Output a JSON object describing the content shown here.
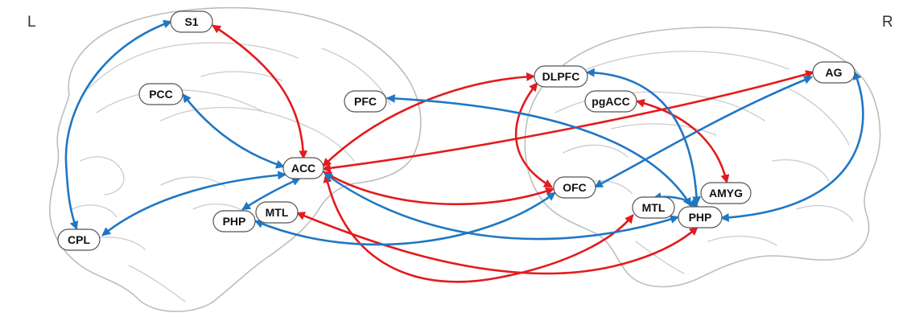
{
  "side_labels": {
    "left": "L",
    "right": "R"
  },
  "colors": {
    "red": "#e41a1c",
    "blue": "#1f77c4",
    "outline": "#bdbdbd",
    "node_border": "#555555"
  },
  "nodes": {
    "left": {
      "s1": "S1",
      "pcc": "PCC",
      "pfc": "PFC",
      "acc": "ACC",
      "mtl": "MTL",
      "php": "PHP",
      "cpl": "CPL"
    },
    "right": {
      "dlpfc": "DLPFC",
      "ag": "AG",
      "pgacc": "pgACC",
      "ofc": "OFC",
      "amyg": "AMYG",
      "mtl": "MTL",
      "php": "PHP"
    }
  },
  "connections": [
    {
      "from": "S1",
      "to": "ACC",
      "color": "red"
    },
    {
      "from": "ACC",
      "to": "DLPFC",
      "color": "red"
    },
    {
      "from": "ACC",
      "to": "AG",
      "color": "red"
    },
    {
      "from": "ACC",
      "to": "OFC",
      "color": "red"
    },
    {
      "from": "ACC",
      "to": "MTL (R)",
      "color": "red"
    },
    {
      "from": "MTL (L)",
      "to": "PHP (R)",
      "color": "red"
    },
    {
      "from": "DLPFC",
      "to": "OFC",
      "color": "red"
    },
    {
      "from": "pgACC",
      "to": "AMYG",
      "color": "red"
    },
    {
      "from": "S1",
      "to": "CPL",
      "color": "blue"
    },
    {
      "from": "PCC",
      "to": "ACC",
      "color": "blue"
    },
    {
      "from": "ACC",
      "to": "CPL",
      "color": "blue"
    },
    {
      "from": "ACC",
      "to": "PHP (L)",
      "color": "blue"
    },
    {
      "from": "PFC",
      "to": "PHP (R)",
      "color": "blue"
    },
    {
      "from": "ACC",
      "to": "PHP (R)",
      "color": "blue"
    },
    {
      "from": "PHP (L)",
      "to": "OFC",
      "color": "blue"
    },
    {
      "from": "DLPFC",
      "to": "PHP (R)",
      "color": "blue"
    },
    {
      "from": "AG",
      "to": "OFC",
      "color": "blue"
    },
    {
      "from": "AG",
      "to": "PHP (R)",
      "color": "blue"
    },
    {
      "from": "PHP (R)",
      "to": "MTL (R)",
      "color": "blue"
    }
  ]
}
